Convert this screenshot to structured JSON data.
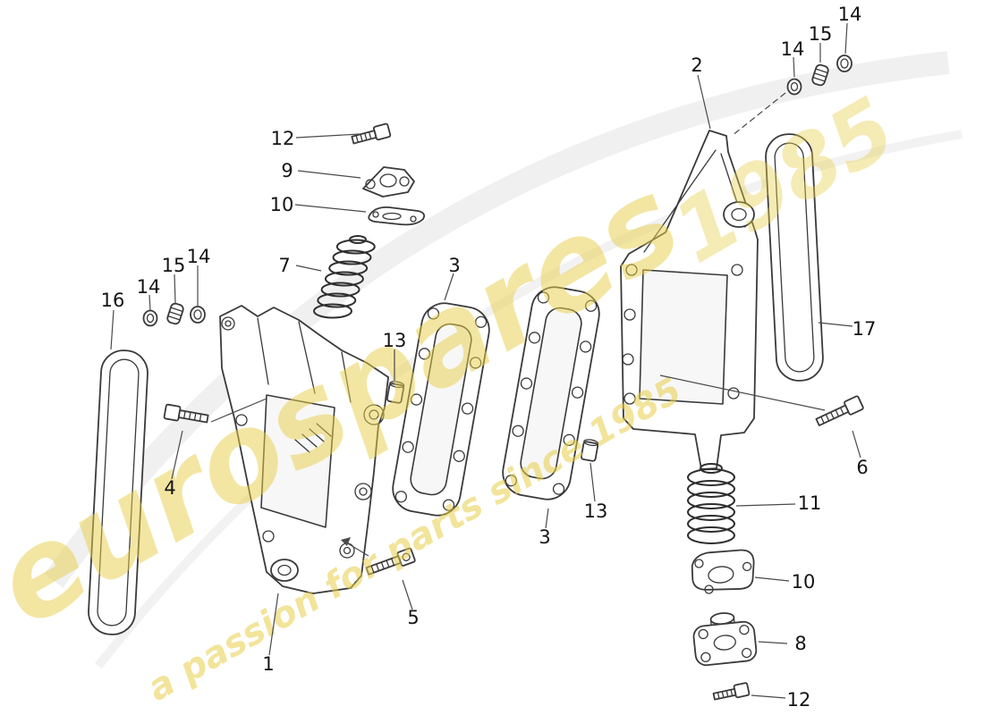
{
  "colors": {
    "watermark": "#e8cf49",
    "line-art": "#3a3a3a",
    "leader": "#4a4a4a",
    "callout-text": "#141414"
  },
  "watermark": {
    "brand": "eurospares",
    "tagline": "a passion for parts since 1985",
    "year": "1985"
  },
  "diagram": {
    "callouts": [
      {
        "label": "12"
      },
      {
        "label": "9"
      },
      {
        "label": "10"
      },
      {
        "label": "7"
      },
      {
        "label": "16"
      },
      {
        "label": "14"
      },
      {
        "label": "15"
      },
      {
        "label": "14"
      },
      {
        "label": "4"
      },
      {
        "label": "1"
      },
      {
        "label": "5"
      },
      {
        "label": "13"
      },
      {
        "label": "3"
      },
      {
        "label": "3"
      },
      {
        "label": "13"
      },
      {
        "label": "2"
      },
      {
        "label": "14"
      },
      {
        "label": "15"
      },
      {
        "label": "14"
      },
      {
        "label": "17"
      },
      {
        "label": "6"
      },
      {
        "label": "11"
      },
      {
        "label": "10"
      },
      {
        "label": "8"
      },
      {
        "label": "12"
      }
    ]
  }
}
